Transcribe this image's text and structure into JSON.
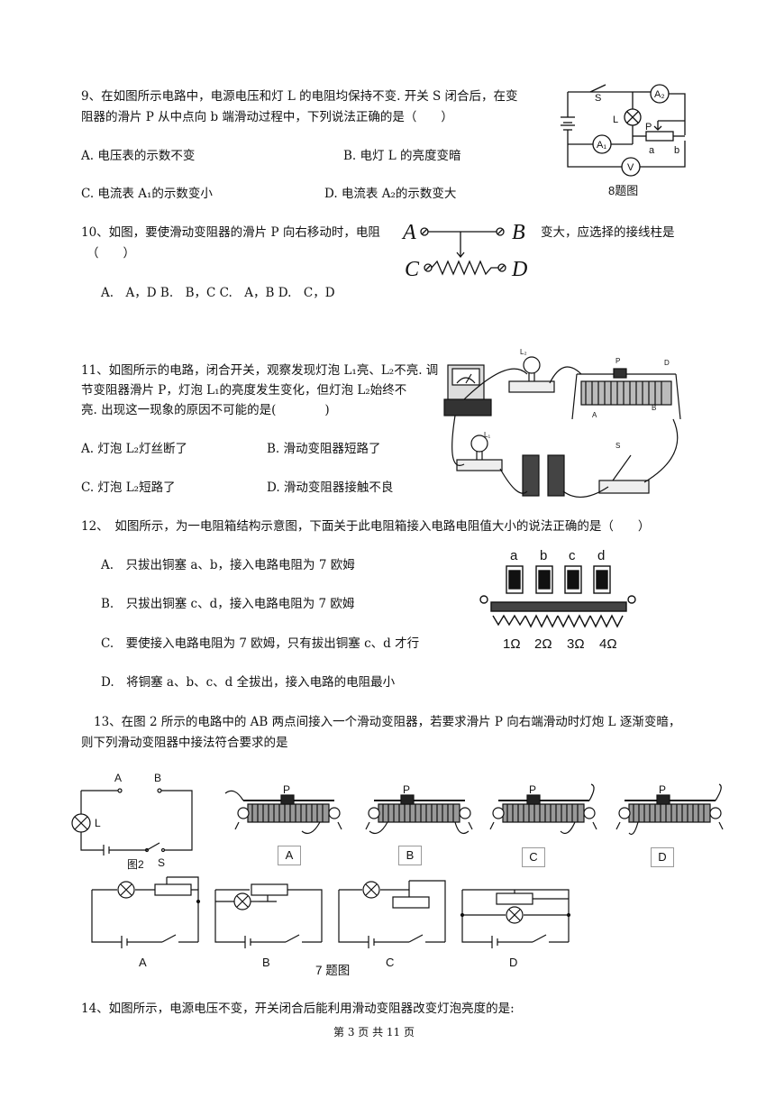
{
  "q9": {
    "stem_line1": "9、在如图所示电路中，电源电压和灯 L 的电阻均保持不变. 开关 S 闭合后，在变",
    "stem_line2": "阻器的滑片 P 从中点向 b 端滑动过程中，下列说法正确的是（　　）",
    "optA": "A. 电压表的示数不变",
    "optB": "B. 电灯 L 的亮度变暗",
    "optC": "C. 电流表 A₁的示数变小",
    "optD": "D. 电流表 A₂的示数变大",
    "fig": {
      "s": "S",
      "l": "L",
      "a2": "A₂",
      "a1": "A₁",
      "v": "V",
      "p": "P",
      "a": "a",
      "b": "b",
      "caption": "8题图"
    }
  },
  "q10": {
    "stem_part1": "10、如图，要使滑动变阻器的滑片 P 向右移动时，电阻",
    "stem_part2": "变大，应选择的接线柱是",
    "stem_line2": "（　　）",
    "options": "A.　A，D B.　B，C C.　A，B D.　C，D",
    "fig": {
      "a": "A",
      "b": "B",
      "c": "C",
      "d": "D"
    }
  },
  "q11": {
    "line1": "11、如图所示的电路，闭合开关，观察发现灯泡 L₁亮、L₂不亮. 调",
    "line2": "节变阻器滑片 P，灯泡 L₁的亮度发生变化，但灯泡 L₂始终不",
    "line3": "亮. 出现这一现象的原因不可能的是(　　　　)",
    "optA": "A. 灯泡 L₂灯丝断了",
    "optB": "B. 滑动变阻器短路了",
    "optC": "C. 灯泡 L₂短路了",
    "optD": "D. 滑动变阻器接触不良",
    "fig": {
      "l2": "L₂",
      "l1": "L₁",
      "p": "P",
      "d": "D",
      "a": "A",
      "b": "B",
      "s": "S"
    }
  },
  "q12": {
    "stem": "12、　如图所示，为一电阻箱结构示意图，下面关于此电阻箱接入电路电阻值大小的说法正确的是（　　）",
    "optA": "A.　只拔出铜塞 a、b，接入电路电阻为 7 欧姆",
    "optB": "B.　只拔出铜塞 c、d，接入电路电阻为 7 欧姆",
    "optC": "C.　要使接入电路电阻为 7 欧姆，只有拔出铜塞 c、d 才行",
    "optD": "D.　将铜塞 a、b、c、d 全拔出，接入电路的电阻最小",
    "fig": {
      "plugs": [
        "a",
        "b",
        "c",
        "d"
      ],
      "ohms": [
        "1Ω",
        "2Ω",
        "3Ω",
        "4Ω"
      ]
    }
  },
  "q13": {
    "line1": "13、在图 2 所示的电路中的 AB 两点间接入一个滑动变阻器，若要求滑片 P 向右端滑动时灯炮 L 逐渐变暗，",
    "line2": "则下列滑动变阻器中接法符合要求的是",
    "fig2": {
      "a": "A",
      "b": "B",
      "l": "L",
      "s": "S",
      "caption": "图2"
    },
    "rheostats": [
      {
        "p": "P",
        "label": "A"
      },
      {
        "p": "P",
        "label": "B"
      },
      {
        "p": "P",
        "label": "C"
      },
      {
        "p": "P",
        "label": "D"
      }
    ],
    "circuits": [
      {
        "label": "A"
      },
      {
        "label": "B"
      },
      {
        "label": "C"
      },
      {
        "label": "D"
      }
    ],
    "circuits_caption": "7 题图"
  },
  "q14": {
    "stem": "14、如图所示，电源电压不变，开关闭合后能利用滑动变阻器改变灯泡亮度的是:"
  },
  "footer": "第 3 页 共 11 页"
}
